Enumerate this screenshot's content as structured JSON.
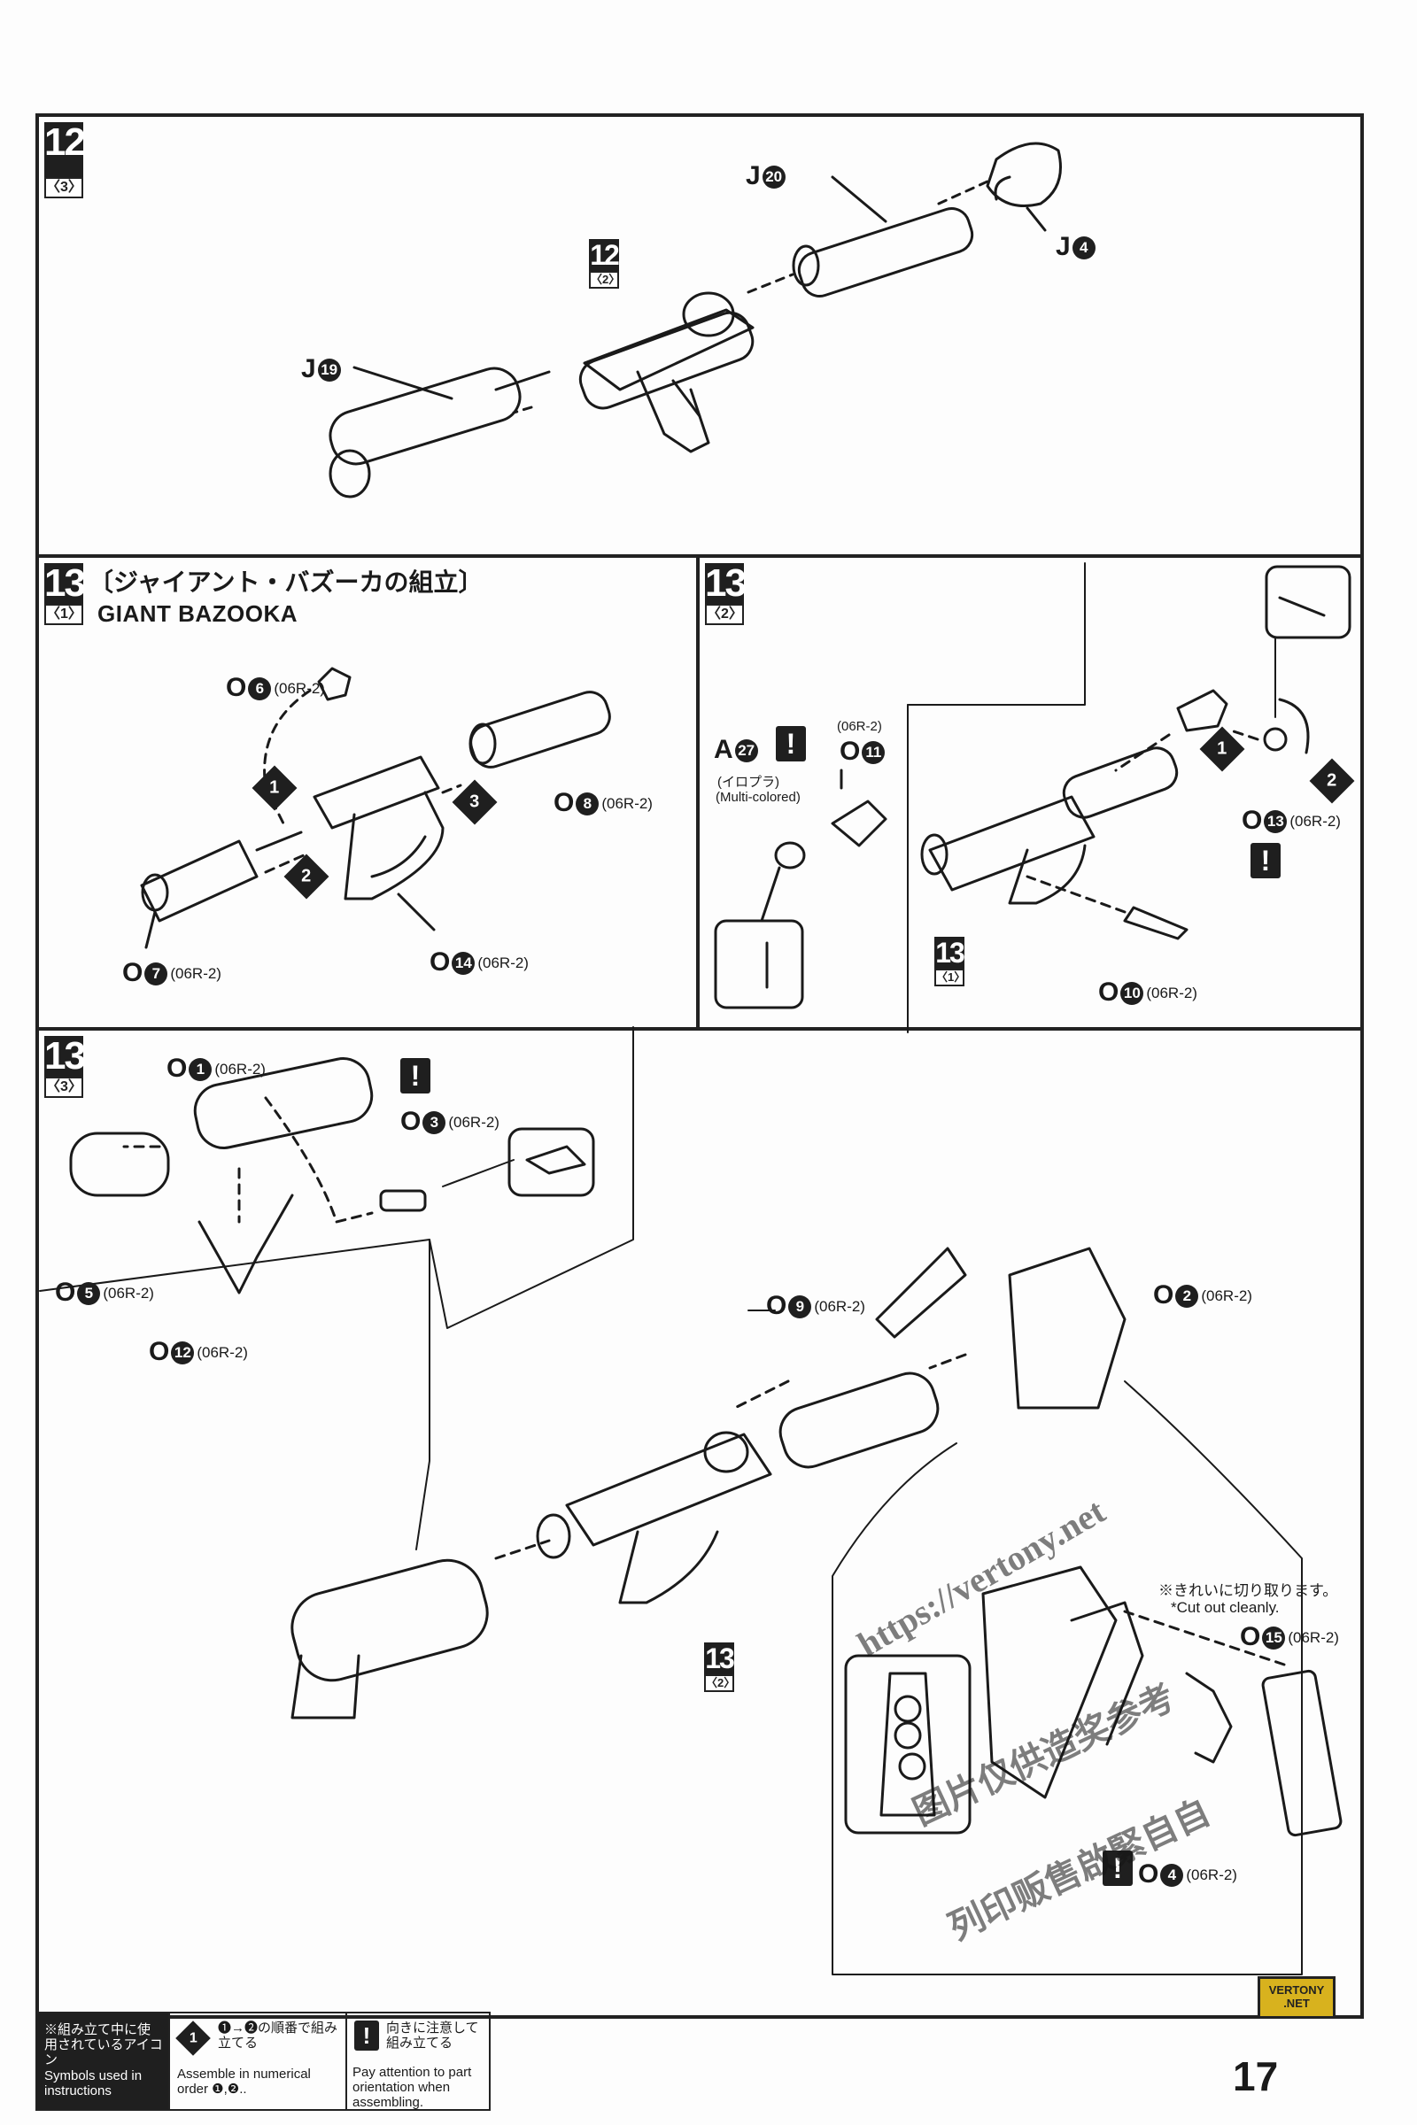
{
  "steps": {
    "s12_3": {
      "num": "12",
      "sub": "〈3〉"
    },
    "s13_1": {
      "num": "13",
      "sub": "〈1〉",
      "title_jp": "〔ジャイアント・バズーカの組立〕",
      "title_en": "GIANT BAZOOKA"
    },
    "s13_2": {
      "num": "13",
      "sub": "〈2〉"
    },
    "s13_3": {
      "num": "13",
      "sub": "〈3〉"
    }
  },
  "refs": {
    "ref12_2": {
      "num": "12",
      "sub": "〈2〉"
    },
    "ref13_1": {
      "num": "13",
      "sub": "〈1〉"
    },
    "ref13_2": {
      "num": "13",
      "sub": "〈2〉"
    }
  },
  "parts": {
    "j20": {
      "letter": "J",
      "n": "20",
      "runner": ""
    },
    "j4": {
      "letter": "J",
      "n": "4",
      "runner": ""
    },
    "j19": {
      "letter": "J",
      "n": "19",
      "runner": ""
    },
    "o6": {
      "letter": "O",
      "n": "6",
      "runner": "(06R-2)"
    },
    "o8": {
      "letter": "O",
      "n": "8",
      "runner": "(06R-2)"
    },
    "o7": {
      "letter": "O",
      "n": "7",
      "runner": "(06R-2)"
    },
    "o14": {
      "letter": "O",
      "n": "14",
      "runner": "(06R-2)"
    },
    "a27": {
      "letter": "A",
      "n": "27",
      "runner": ""
    },
    "o11": {
      "letter": "O",
      "n": "11",
      "runner": ""
    },
    "o13": {
      "letter": "O",
      "n": "13",
      "runner": "(06R-2)"
    },
    "o10": {
      "letter": "O",
      "n": "10",
      "runner": "(06R-2)"
    },
    "o1": {
      "letter": "O",
      "n": "1",
      "runner": "(06R-2)"
    },
    "o3": {
      "letter": "O",
      "n": "3",
      "runner": "(06R-2)"
    },
    "o5": {
      "letter": "O",
      "n": "5",
      "runner": "(06R-2)"
    },
    "o12": {
      "letter": "O",
      "n": "12",
      "runner": "(06R-2)"
    },
    "o9": {
      "letter": "O",
      "n": "9",
      "runner": "(06R-2)"
    },
    "o2": {
      "letter": "O",
      "n": "2",
      "runner": "(06R-2)"
    },
    "o15": {
      "letter": "O",
      "n": "15",
      "runner": "(06R-2)"
    },
    "o4": {
      "letter": "O",
      "n": "4",
      "runner": "(06R-2)"
    }
  },
  "notes": {
    "o11_runner": "(06R-2)",
    "a27_jp": "(イロプラ)",
    "a27_en": "(Multi-colored)",
    "cut_jp": "※きれいに切り取ります。",
    "cut_en": "*Cut out cleanly."
  },
  "order_marks": {
    "one": "1",
    "two": "2",
    "three": "3"
  },
  "caution_mark": "!",
  "legend": {
    "heading_jp": "※組み立て中に使用されているアイコン",
    "heading_en": "Symbols used in instructions",
    "order_icon": "1",
    "order_jp": "❶→❷の順番で組み立てる",
    "order_en": "Assemble in numerical order ❶,❷..",
    "caution_icon": "!",
    "caution_jp": "向きに注意して組み立てる",
    "caution_en": "Pay attention to part orientation when assembling."
  },
  "page_number": "17",
  "badge": {
    "line1": "VERTONY",
    "line2": ".NET"
  },
  "watermark": {
    "line1": "https://vertony.net",
    "line2": "图片仅供造奖参考",
    "line3": "列印贩售啟緊自自"
  }
}
